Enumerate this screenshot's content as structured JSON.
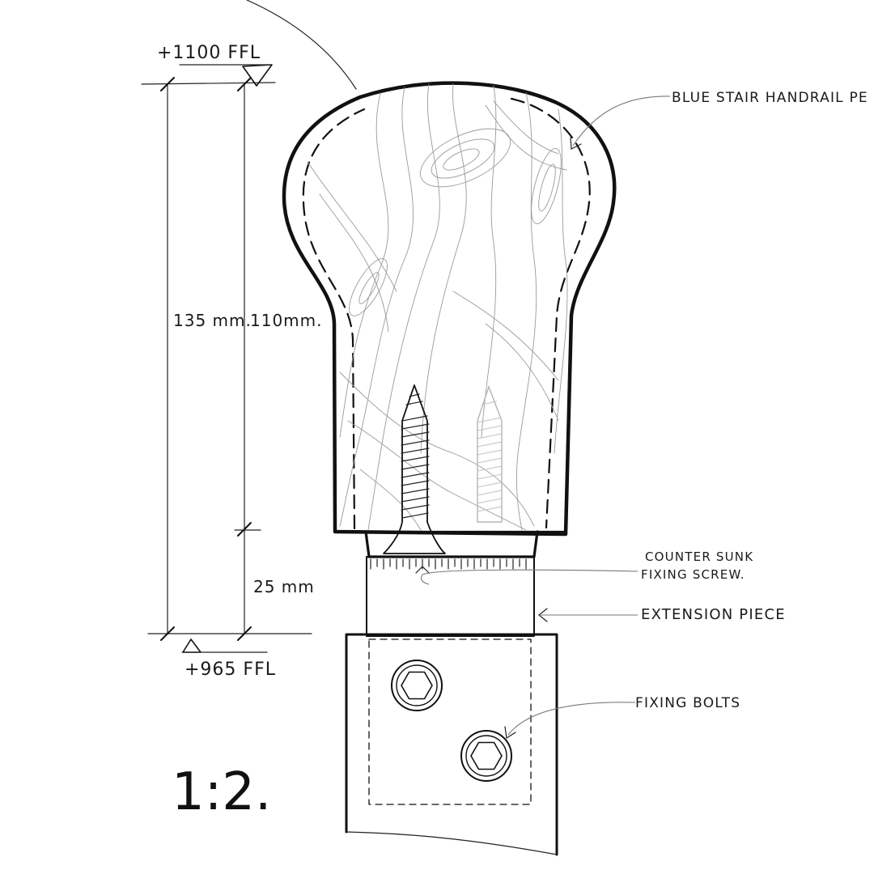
{
  "drawing": {
    "scale": "1:2.",
    "levels": {
      "top": "+1100 FFL",
      "bottom": "+965 FFL"
    },
    "dimensions": {
      "overall": "135 mm.",
      "knob": "110mm.",
      "extension": "25 mm"
    },
    "callouts": {
      "handrail": "BLUE STAIR HANDRAIL PE",
      "screw_line1": "COUNTER SUNK",
      "screw_line2": "FIXING SCREW.",
      "extension": "EXTENSION PIECE",
      "bolts": "FIXING BOLTS"
    }
  }
}
